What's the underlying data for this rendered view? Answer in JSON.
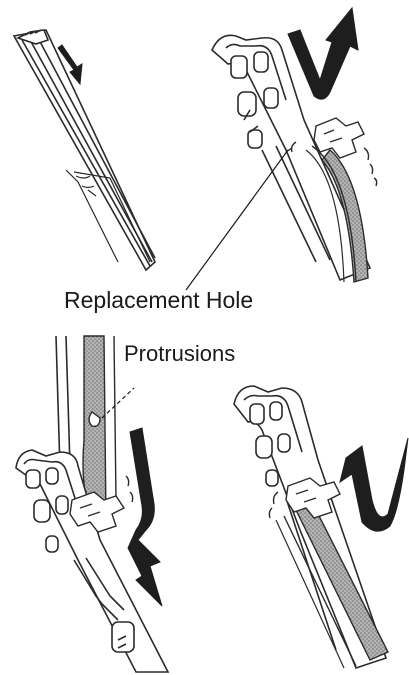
{
  "labels": {
    "replacement_hole": "Replacement Hole",
    "protrusions": "Protrusions"
  },
  "panels": [
    {
      "id": "step-1",
      "arrow": "down"
    },
    {
      "id": "step-2",
      "arrow": "up-curved"
    },
    {
      "id": "step-3",
      "arrow": "down-curved"
    },
    {
      "id": "step-4",
      "arrow": "up-curved"
    }
  ],
  "colors": {
    "line": "#2b2b2b",
    "arrow": "#1e1e1e",
    "blade_fill": "#9a9a9a",
    "background": "#ffffff"
  }
}
